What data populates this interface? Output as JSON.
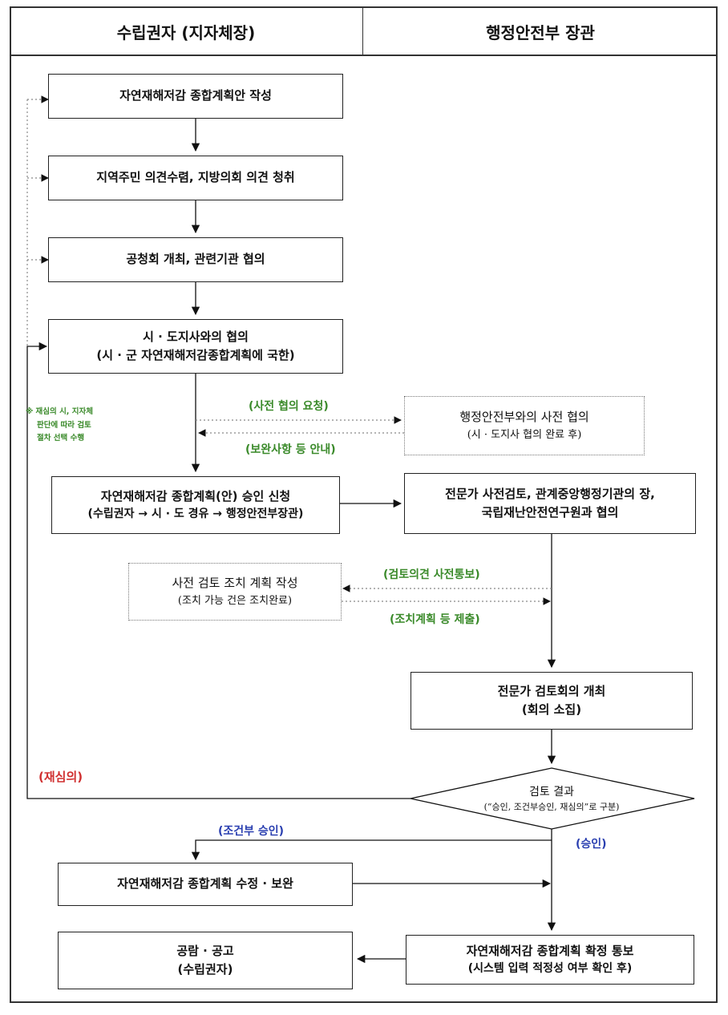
{
  "header": {
    "left": "수립권자 (지자체장)",
    "right": "행정안전부 장관"
  },
  "boxes": {
    "draft": "자연재해저감 종합계획안 작성",
    "opinion": "지역주민 의견수렴, 지방의회 의견 청취",
    "hearing": "공청회 개최, 관련기관 협의",
    "province_l1": "시 · 도지사와의 협의",
    "province_l2": "(시 · 군 자연재해저감종합계획에 국한)",
    "pre_consult_l1": "행정안전부와의 사전 협의",
    "pre_consult_l2": "(시 · 도지사 협의 완료 후)",
    "apply_l1": "자연재해저감 종합계획(안) 승인 신청",
    "apply_l2": "(수립권자 → 시 · 도 경유 → 행정안전부장관)",
    "expert_pre_l1": "전문가 사전검토, 관계중앙행정기관의 장,",
    "expert_pre_l2": "국립재난안전연구원과 협의",
    "action_plan_l1": "사전 검토 조치 계획 작성",
    "action_plan_l2": "(조치 가능 건은 조치완료)",
    "review_meeting_l1": "전문가 검토회의 개최",
    "review_meeting_l2": "(회의 소집)",
    "result_l1": "검토 결과",
    "result_l2": "(“승인, 조건부승인, 재심의”로 구분)",
    "revise": "자연재해저감 종합계획 수정 · 보완",
    "confirm_l1": "자연재해저감 종합계획 확정 통보",
    "confirm_l2": "(시스템 입력 적정성 여부 확인 후)",
    "publish_l1": "공람 · 공고",
    "publish_l2": "(수립권자)"
  },
  "labels": {
    "pre_request": "(사전 협의 요청)",
    "supplement": "(보완사항 등 안내)",
    "review_notice": "(검토의견 사전통보)",
    "action_submit": "(조치계획 등 제출)",
    "reconsider": "(재심의)",
    "conditional": "(조건부 승인)",
    "approval": "(승인)"
  },
  "note": {
    "l1": "※ 재심의 시, 지자체",
    "l2": "판단에 따라 검토",
    "l3": "절차 선택 수행"
  },
  "colors": {
    "green": "#3a8a2a",
    "red": "#d03030",
    "blue": "#2a3fb0"
  }
}
